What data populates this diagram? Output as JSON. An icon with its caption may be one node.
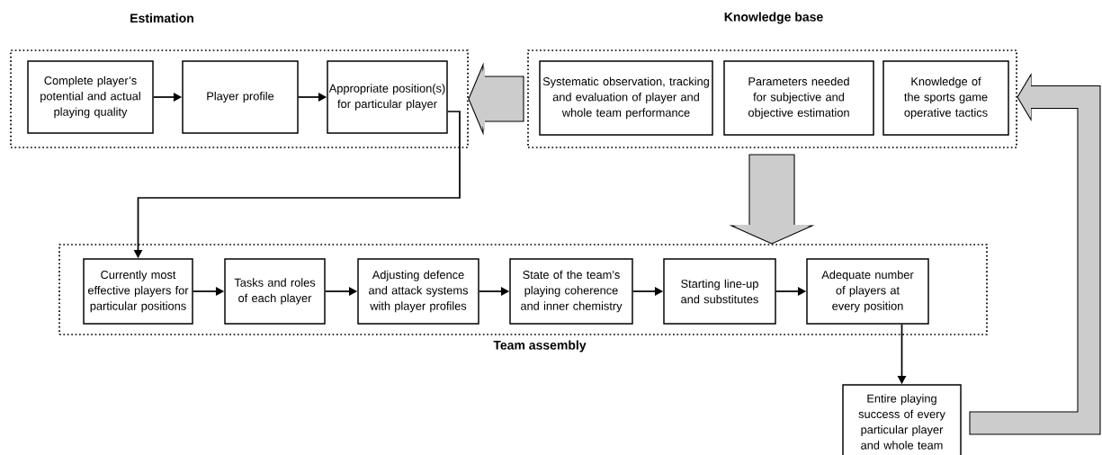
{
  "diagram": {
    "nodes": [
      {
        "text": [
          "Estimation"
        ]
      },
      {
        "text": [
          "Complete player’s potential and actual playing quality"
        ],
        "in": 0
      },
      {
        "text": [
          "Player profile"
        ],
        "in": 0
      },
      {
        "text": [
          "Appropriate position(s) for particular player"
        ],
        "in": 0
      },
      {
        "text": [
          "Knowledge base"
        ]
      },
      {
        "text": [
          "Systematic observation, tracking and evaluation of player and whole team performance"
        ],
        "in": 4
      },
      {
        "text": [
          "Parameters needed for subjective and objective estimation"
        ],
        "in": 4
      },
      {
        "text": [
          "Knowledge of the sports game operative tactics"
        ],
        "in": 4
      },
      {
        "text": [
          "Team assembly"
        ]
      },
      {
        "text": [
          "Currently most effective players for particular positions"
        ],
        "in": 8
      },
      {
        "text": [
          "Tasks and roles of each player"
        ],
        "in": 8
      },
      {
        "text": [
          "Adjusting defence and attack systems with player profiles"
        ],
        "in": 8
      },
      {
        "text": [
          "State of the team’s playing coherence and inner chemistry"
        ],
        "in": 8
      },
      {
        "text": [
          "Starting line-up and substitutes"
        ],
        "in": 8
      },
      {
        "text": [
          "Adequate number of players at every position"
        ],
        "in": 8
      },
      {
        "text": [
          "Entire playing success of every particular player and whole team"
        ]
      }
    ],
    "edges": [
      {
        "from": 1,
        "to": 2,
        "arrow": "to"
      },
      {
        "from": 2,
        "to": 3,
        "arrow": "to"
      },
      {
        "from": 3,
        "to": 9,
        "arrow": "to"
      },
      {
        "from": 9,
        "to": 10,
        "arrow": "to"
      },
      {
        "from": 10,
        "to": 11,
        "arrow": "to"
      },
      {
        "from": 11,
        "to": 12,
        "arrow": "to"
      },
      {
        "from": 12,
        "to": 13,
        "arrow": "to"
      },
      {
        "from": 13,
        "to": 14,
        "arrow": "to"
      },
      {
        "from": 14,
        "to": 15,
        "arrow": "to"
      },
      {
        "from": 4,
        "to": 0,
        "arrow": "to",
        "style": "thick",
        "color": "#cccccc"
      },
      {
        "from": 4,
        "to": 8,
        "arrow": "to",
        "style": "thick",
        "color": "#cccccc"
      },
      {
        "from": 15,
        "to": 4,
        "arrow": "to",
        "style": "thick",
        "color": "#cccccc"
      }
    ]
  }
}
